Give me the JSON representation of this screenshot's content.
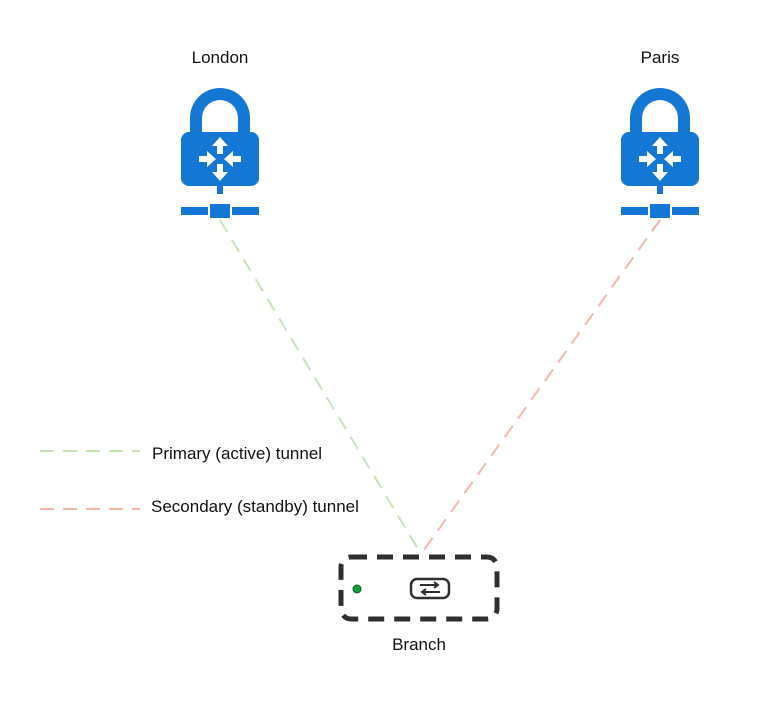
{
  "nodes": {
    "london": {
      "label": "London",
      "icon": "vpn-gateway-icon"
    },
    "paris": {
      "label": "Paris",
      "icon": "vpn-gateway-icon"
    },
    "branch": {
      "label": "Branch",
      "icon": "branch-router-icon"
    }
  },
  "tunnels": [
    {
      "from": "london",
      "to": "branch",
      "role": "primary",
      "color": "#c6e5b6"
    },
    {
      "from": "paris",
      "to": "branch",
      "role": "secondary",
      "color": "#f4b7a8"
    }
  ],
  "legend": {
    "primary": {
      "text": "Primary (active) tunnel",
      "color": "#c6e5b6"
    },
    "secondary": {
      "text": "Secondary (standby) tunnel",
      "color": "#f4b7a8"
    }
  },
  "colors": {
    "gateway_blue": "#1477d4",
    "branch_outline": "#2f2f2f",
    "status_led": "#1a9a3c"
  }
}
